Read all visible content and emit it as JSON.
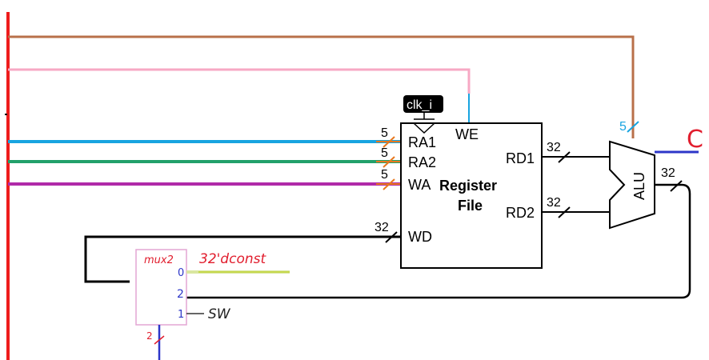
{
  "clock": {
    "label": "clk_i"
  },
  "register_file": {
    "title_line1": "Register",
    "title_line2": "File",
    "ports": {
      "ra1": "RA1",
      "ra2": "RA2",
      "wa": "WA",
      "wd": "WD",
      "we": "WE",
      "rd1": "RD1",
      "rd2": "RD2"
    }
  },
  "alu": {
    "label": "ALU"
  },
  "bus_widths": {
    "ra1": "5",
    "ra2": "5",
    "wa": "5",
    "wd": "32",
    "rd1": "32",
    "rd2": "32",
    "alu_out": "32",
    "alu_op": "5"
  },
  "mux": {
    "title": "mux2",
    "input0": "0",
    "input1": "1",
    "input2": "2",
    "select_width": "2",
    "const_label": "32'dconst",
    "sw_label": "SW"
  },
  "annotation": {
    "c_mark": "C"
  },
  "colors": {
    "red_bus": "#ee1c1c",
    "brown_wire": "#b9704a",
    "pink_wire": "#f7a8c4",
    "cyan_wire": "#18a4e0",
    "green_wire": "#22a06b",
    "magenta_wire": "#b02aa8",
    "orange_tick": "#e8781e",
    "blue_out": "#2d36c8",
    "handwriting_red": "#e11e2e",
    "mux_pink": "#e3a6d4"
  }
}
